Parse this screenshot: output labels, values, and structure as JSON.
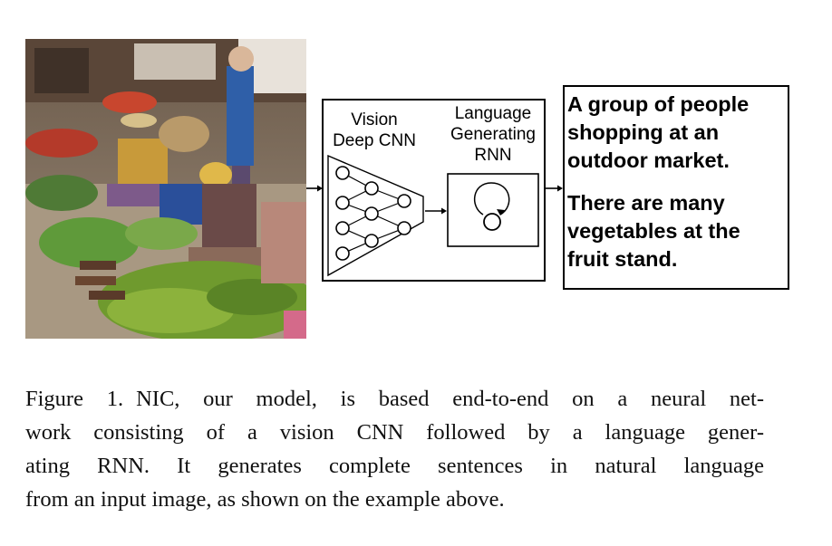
{
  "photo": {
    "subject": "market-scene-photo"
  },
  "diagram": {
    "vision_label_line1": "Vision",
    "vision_label_line2": "Deep CNN",
    "language_label_line1": "Language",
    "language_label_line2": "Generating",
    "language_label_line3": "RNN",
    "output_sentence_1_line1": "A group of people",
    "output_sentence_1_line2": "shopping at an",
    "output_sentence_1_line3": "outdoor market.",
    "output_sentence_2_line1": "There are many",
    "output_sentence_2_line2": "vegetables at the",
    "output_sentence_2_line3": "fruit stand."
  },
  "caption": {
    "figure_number": "Figure 1.",
    "line1": "NIC, our model, is based end-to-end on a neural net-",
    "line2": "work consisting of a vision CNN followed by a language gener-",
    "line3": "ating RNN. It generates complete sentences in natural language",
    "line4": "from an input image, as shown on the example above."
  }
}
